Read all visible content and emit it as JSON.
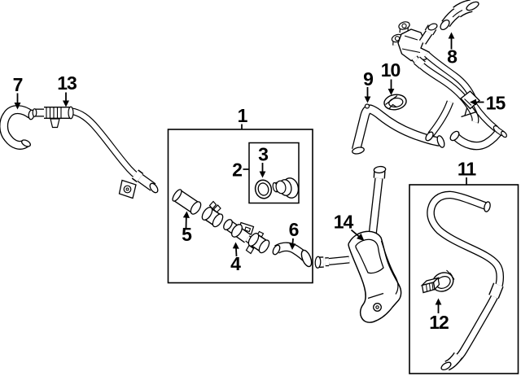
{
  "diagram": {
    "type": "parts-diagram",
    "colors": {
      "background": "#ffffff",
      "line": "#000000"
    },
    "callouts": {
      "c1": {
        "label": "1"
      },
      "c2": {
        "label": "2"
      },
      "c3": {
        "label": "3"
      },
      "c4": {
        "label": "4"
      },
      "c5": {
        "label": "5"
      },
      "c6": {
        "label": "6"
      },
      "c7": {
        "label": "7"
      },
      "c8": {
        "label": "8"
      },
      "c9": {
        "label": "9"
      },
      "c10": {
        "label": "10"
      },
      "c11": {
        "label": "11"
      },
      "c12": {
        "label": "12"
      },
      "c13": {
        "label": "13"
      },
      "c14": {
        "label": "14"
      },
      "c15": {
        "label": "15"
      }
    }
  }
}
